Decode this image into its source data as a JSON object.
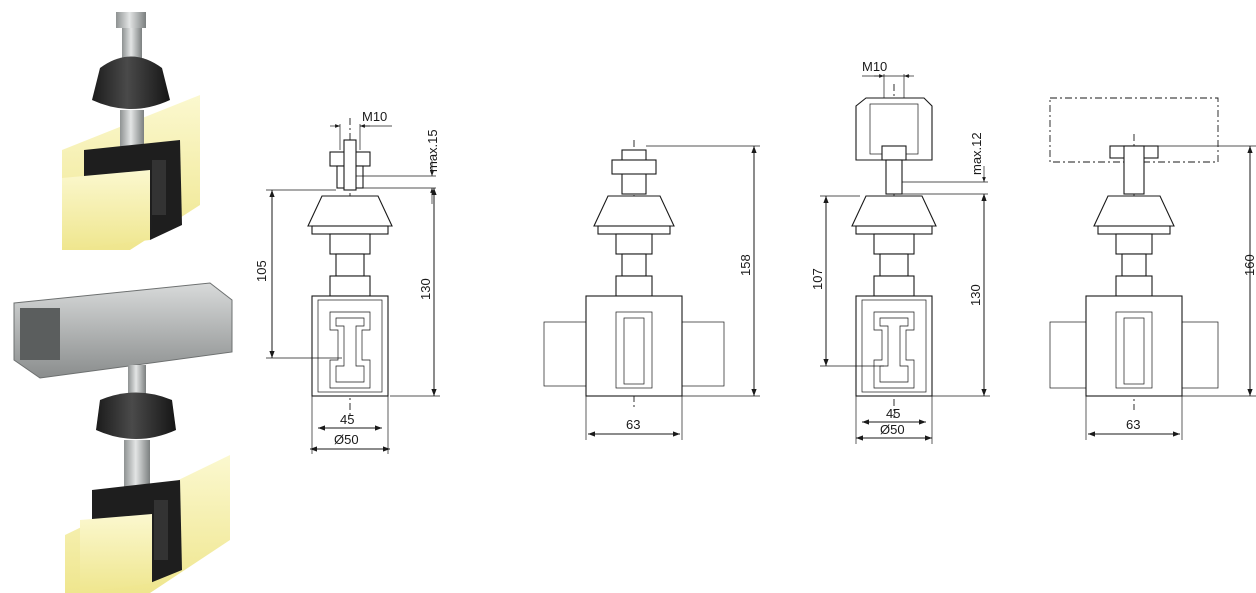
{
  "drawing": {
    "views": [
      {
        "labels": {
          "thread": "M10",
          "max_adjust": "max.15",
          "height_upper": "105",
          "height_total": "130",
          "inner_width": "45",
          "outer_diameter": "Ø50"
        }
      },
      {
        "labels": {
          "height_total": "158",
          "width": "63"
        }
      },
      {
        "labels": {
          "thread": "M10",
          "max_adjust": "max.12",
          "height_upper": "107",
          "height_total": "130",
          "inner_width": "45",
          "outer_diameter": "Ø50"
        }
      },
      {
        "labels": {
          "height_total": "160",
          "width": "63"
        }
      }
    ],
    "colors": {
      "rail_yellow": "#f7f2a8",
      "rubber_dark": "#2b2b2b",
      "steel_light": "#c9cccc",
      "bracket_black": "#1e1e1e"
    },
    "icons": [
      "hanger-render-top",
      "hanger-render-with-c-rail"
    ]
  }
}
